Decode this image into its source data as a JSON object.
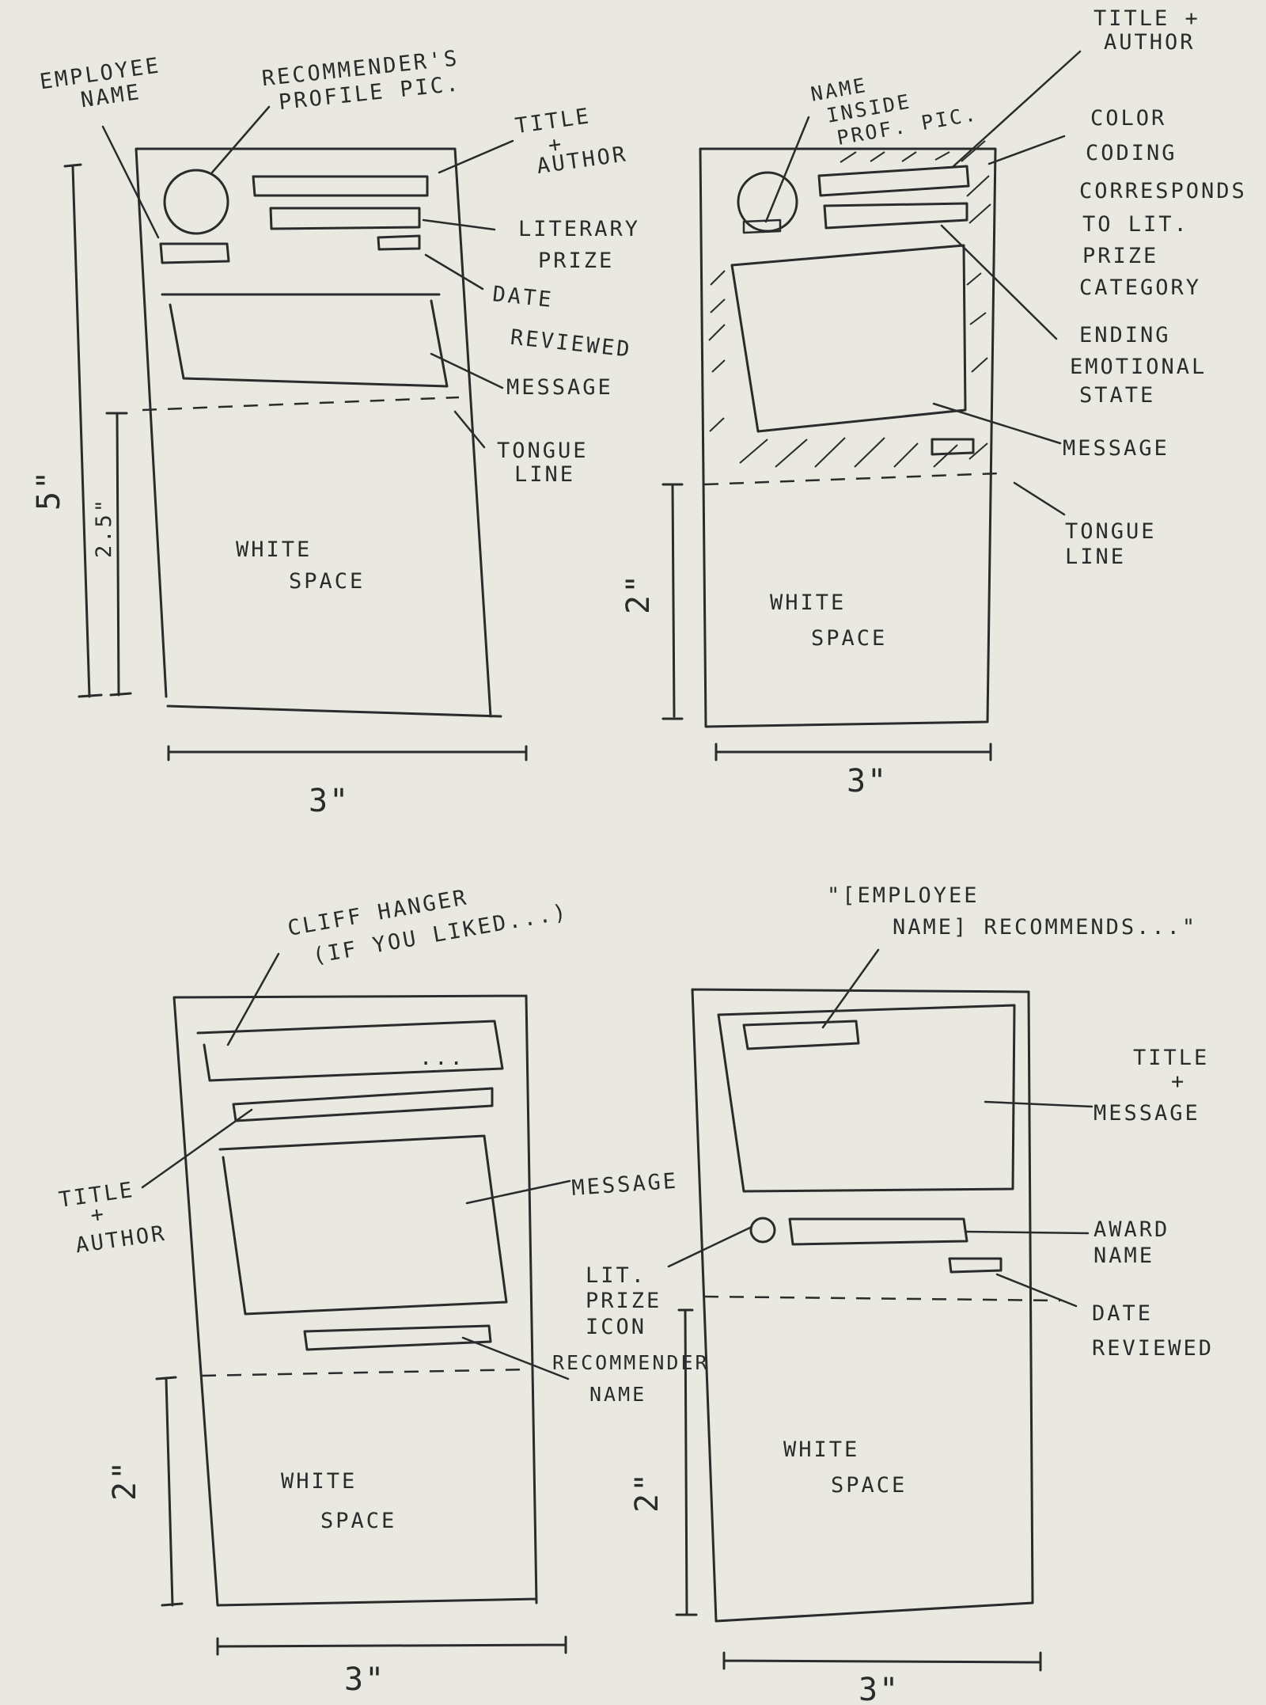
{
  "sketch1": {
    "employee_name": [
      "EMPLOYEE",
      "NAME"
    ],
    "profile_pic": [
      "RECOMMENDER'S",
      "PROFILE PIC."
    ],
    "title_author": [
      "TITLE",
      "+",
      "AUTHOR"
    ],
    "literary_prize": [
      "LITERARY",
      "PRIZE"
    ],
    "date_reviewed": [
      "DATE",
      "REVIEWED"
    ],
    "message": "MESSAGE",
    "tongue_line": [
      "TONGUE",
      "LINE"
    ],
    "white_space": [
      "WHITE",
      "SPACE"
    ],
    "height_total": "5\"",
    "height_lower": "2.5\"",
    "width": "3\""
  },
  "sketch2": {
    "name_inside": [
      "NAME",
      "INSIDE",
      "PROF. PIC."
    ],
    "title_author": [
      "TITLE +",
      "AUTHOR"
    ],
    "color_coding": [
      "COLOR",
      "CODING",
      "CORRESPONDS",
      "TO LIT.",
      "PRIZE",
      "CATEGORY"
    ],
    "ending_state": [
      "ENDING",
      "EMOTIONAL",
      "STATE"
    ],
    "message": "MESSAGE",
    "tongue_line": [
      "TONGUE",
      "LINE"
    ],
    "white_space": [
      "WHITE",
      "SPACE"
    ],
    "height": "2\"",
    "width": "3\""
  },
  "sketch3": {
    "cliff_hanger": [
      "CLIFF HANGER",
      "(IF YOU LIKED...)"
    ],
    "ellipsis": "...",
    "title_author": [
      "TITLE",
      "+",
      "AUTHOR"
    ],
    "message": "MESSAGE",
    "recommender_name": [
      "RECOMMENDER",
      "NAME"
    ],
    "white_space": [
      "WHITE",
      "SPACE"
    ],
    "height": "2\"",
    "width": "3\""
  },
  "sketch4": {
    "employee_recommends": [
      "\"[EMPLOYEE",
      "NAME] RECOMMENDS...\""
    ],
    "title_message": [
      "TITLE",
      "+",
      "MESSAGE"
    ],
    "award_name": [
      "AWARD",
      "NAME"
    ],
    "lit_prize_icon": [
      "LIT.",
      "PRIZE",
      "ICON"
    ],
    "date_reviewed": [
      "DATE",
      "REVIEWED"
    ],
    "white_space": [
      "WHITE",
      "SPACE"
    ],
    "height": "2\"",
    "width": "3\""
  }
}
